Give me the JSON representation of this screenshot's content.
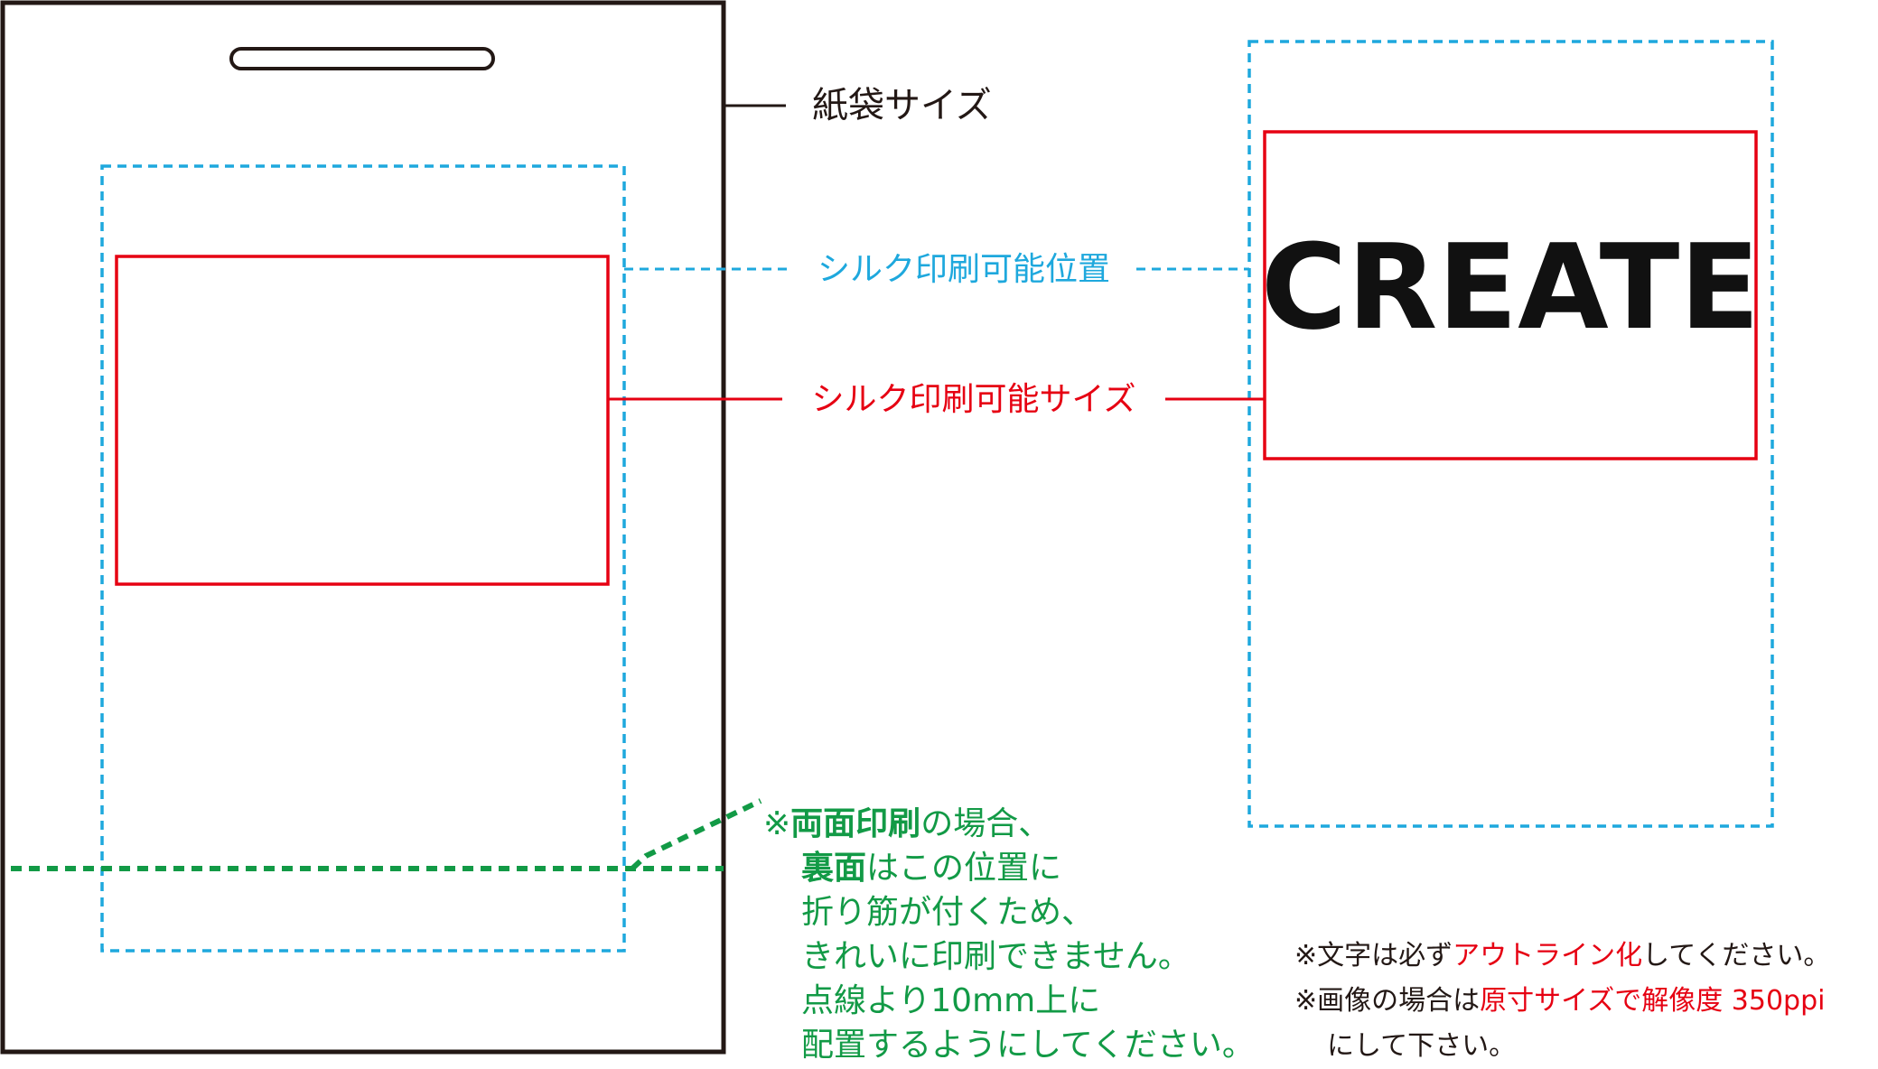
{
  "labels": {
    "bag_size": "紙袋サイズ",
    "silk_position": "シルク印刷可能位置",
    "silk_size": "シルク印刷可能サイズ",
    "sample_logo": "CREATE"
  },
  "green_note": {
    "l1_mark": "※",
    "l1_bold": "両面印刷",
    "l1_rest": "の場合、",
    "l2_bold": "裏面",
    "l2_rest": "はこの位置に",
    "l3": "折り筋が付くため、",
    "l4": "きれいに印刷できません。",
    "l5": "点線より10mm上に",
    "l6": "配置するようにしてください。"
  },
  "black_note": {
    "n1_a": "※文字は必ず",
    "n1_red": "アウトライン化",
    "n1_b": "してください。",
    "n2_a": "※画像の場合は",
    "n2_red": "原寸サイズで解像度 350ppi",
    "n3": "にして下さい。"
  },
  "colors": {
    "bag_outline": "#231815",
    "printable_position": "#1ea8dd",
    "printable_size": "#e60012",
    "fold_line": "#129a46"
  }
}
